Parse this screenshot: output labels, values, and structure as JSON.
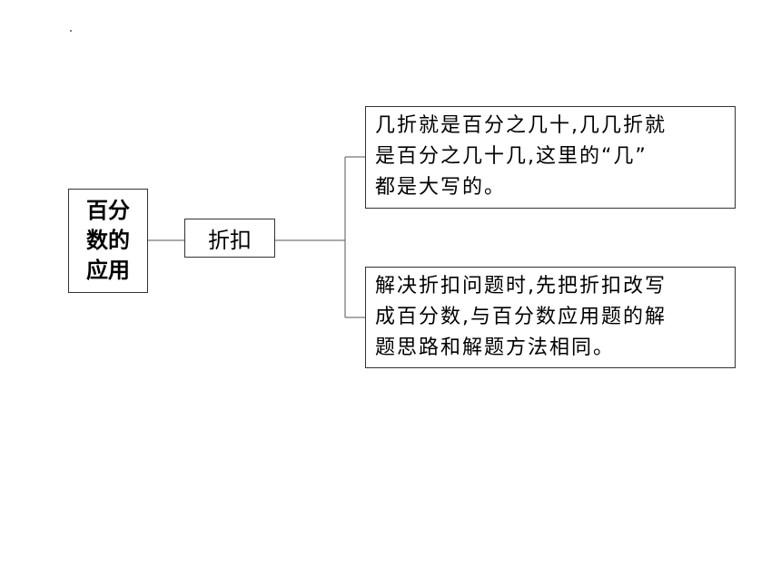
{
  "diagram": {
    "root": {
      "label": "百分数的应用"
    },
    "branch": {
      "label": "折扣"
    },
    "leaves": [
      {
        "text": "几折就是百分之几十,几几折就\n是百分之几十几,这里的“几”\n都是大写的。"
      },
      {
        "text": "解决折扣问题时,先把折扣改写\n成百分数,与百分数应用题的解\n题思路和解题方法相同。"
      }
    ]
  },
  "colors": {
    "border": "#333333",
    "line": "#555555",
    "text": "#000000"
  }
}
